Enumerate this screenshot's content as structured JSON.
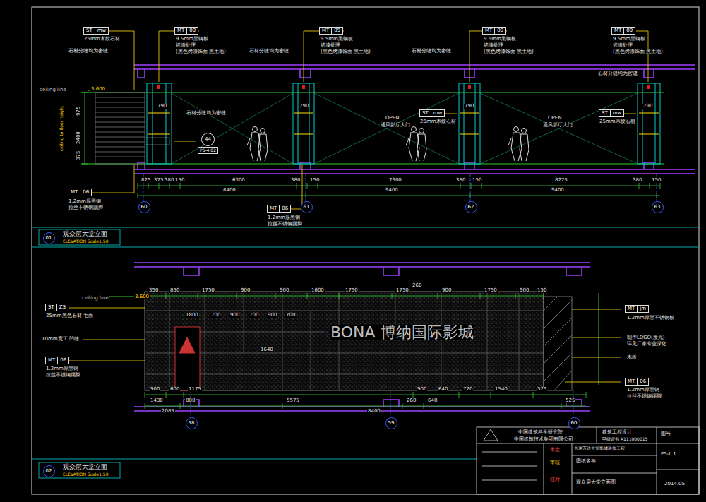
{
  "diagram": {
    "nodes": [
      {
        "text": [
          "ST",
          "mw"
        ]
      },
      {
        "text": [
          "MT",
          "09"
        ]
      },
      {
        "text": [
          "MT",
          "09"
        ]
      },
      {
        "text": [
          "MT",
          "09"
        ]
      },
      {
        "text": [
          "MT",
          "09"
        ]
      },
      {
        "text": [
          "ST",
          "mw"
        ]
      },
      {
        "text": [
          "ST",
          "mw"
        ]
      },
      {
        "text": [
          "MT",
          "06"
        ]
      },
      {
        "text": [
          "MT",
          "06"
        ]
      },
      {
        "text": [
          "44",
          "P5-4.02"
        ]
      },
      {
        "text": [
          "60"
        ]
      },
      {
        "text": [
          "61"
        ]
      },
      {
        "text": [
          "62"
        ]
      },
      {
        "text": [
          "63"
        ]
      },
      {
        "text": [
          "01"
        ]
      },
      {
        "text": [
          "ST",
          "ZS"
        ]
      },
      {
        "text": [
          "MT",
          "06"
        ]
      },
      {
        "text": [
          "MT",
          "jm"
        ]
      },
      {
        "text": [
          "MT",
          "06"
        ]
      },
      {
        "text": [
          "58"
        ]
      },
      {
        "text": [
          "59"
        ]
      },
      {
        "text": [
          "60"
        ]
      },
      {
        "text": [
          "02"
        ]
      }
    ],
    "labels": [
      "25mm木纹石材",
      "石材分缝均为密缝",
      "9.5mm黑钢板",
      "烤漆处理",
      "(黑色烤漆饰面 黑土地)",
      "9.5mm黑钢板",
      "烤漆处理",
      "(黑色烤漆饰面 黑土地)",
      "9.5mm黑钢板",
      "烤漆处理",
      "(黑色烤漆饰面 黑土地)",
      "9.5mm黑钢板",
      "烤漆处理",
      "(黑色烤漆饰面 黑土地)",
      "石材分缝均为密缝",
      "石材分缝均为密缝",
      "石材分缝均为密缝",
      "ceiling line",
      "3.600",
      "石材分缝均为密缝",
      "OPEN",
      "通风影厅大门",
      "OPEN",
      "通风影厅大门",
      "25mm木纹石材",
      "25mm木纹石材",
      "790",
      "790",
      "790",
      "790",
      "2400",
      "975",
      "375",
      "ceiling to floor height",
      "825",
      "375",
      "380",
      "150",
      "6300",
      "380",
      "150",
      "7300",
      "380",
      "150",
      "8225",
      "380",
      "150",
      "8400",
      "9400",
      "9400",
      "1.2mm厚黑钢",
      "拉丝不锈钢踢脚",
      "1.2mm厚黑钢",
      "拉丝不锈钢踢脚",
      "观众层大堂立面",
      "ELEVATION Scale1:50",
      "ceiling line",
      "3.600",
      "350",
      "850",
      "1750",
      "900",
      "900",
      "1600",
      "1750",
      "1750",
      "900",
      "1750",
      "900",
      "150",
      "260",
      "1800",
      "700",
      "900",
      "700",
      "900",
      "700",
      "1640",
      "25mm黑色石材 毛面",
      "10mm宽工 凹缝",
      "1.2mm厚黑钢",
      "拉丝不锈钢踢脚",
      "1.2mm厚黑不锈钢板",
      "制作LOGO(发光)",
      "详见厂家专业深化",
      "木板",
      "1.2mm厚黑钢",
      "拉丝不锈钢踢脚",
      "BONA 博纳国际影城",
      "900",
      "600",
      "1175",
      "900",
      "640",
      "720",
      "1540",
      "525",
      "1430",
      "800",
      "5575",
      "260",
      "640",
      "525",
      "2085",
      "8400",
      "观众层大堂立面",
      "ELEVATION Scale1:50",
      "中国建筑科学研究院",
      "中国建筑技术集团有限公司",
      "建筑工程设计",
      "甲级证书 A111000015",
      "图号",
      "大连万达大堂影城装饰工程",
      "审定",
      "审核",
      "校对",
      "图纸名称",
      "观众层大堂立面图",
      "P5-L.1",
      "2014.05"
    ]
  }
}
